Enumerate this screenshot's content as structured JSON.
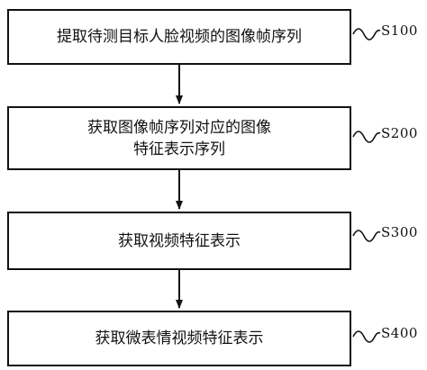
{
  "steps": [
    {
      "text": "提取待测目标人脸视频的图像帧序列",
      "label": "S100"
    },
    {
      "text": "获取图像帧序列对应的图像\n特征表示序列",
      "label": "S200"
    },
    {
      "text": "获取视频特征表示",
      "label": "S300"
    },
    {
      "text": "获取微表情视频特征表示",
      "label": "S400"
    }
  ]
}
